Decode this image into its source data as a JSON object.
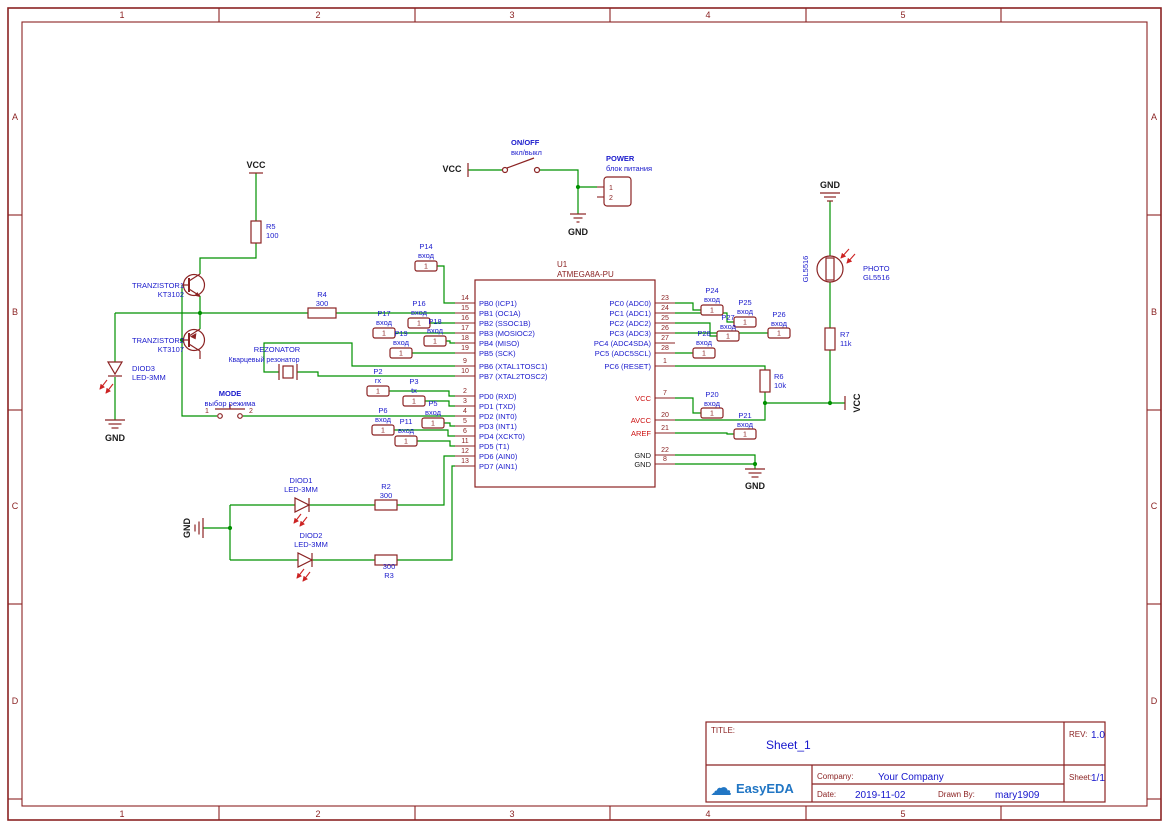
{
  "colors": {
    "wire_green": "#009100",
    "component_outline": "#8b2323",
    "label_blue": "#1a1acc",
    "power_pin_red": "#cc1111",
    "net_text_black": "#1a1a1a",
    "logo_blue": "#2176c4",
    "background": "#ffffff"
  },
  "frame": {
    "columns": [
      "1",
      "2",
      "3",
      "4",
      "5"
    ],
    "rows": [
      "A",
      "B",
      "C",
      "D"
    ]
  },
  "net_labels": {
    "vcc": "VCC",
    "gnd": "GND"
  },
  "top_circuit": {
    "switch_ref": "ON/OFF",
    "switch_desc": "вкл/выкл",
    "conn_ref": "POWER",
    "conn_desc": "блок питания",
    "conn_pin1": "1",
    "conn_pin2": "2"
  },
  "chip": {
    "ref": "U1",
    "value": "ATMEGA8A-PU",
    "left_pins": [
      {
        "num": "14",
        "name": "PB0 (ICP1)"
      },
      {
        "num": "15",
        "name": "PB1 (OC1A)"
      },
      {
        "num": "16",
        "name": "PB2 (SSOC1B)"
      },
      {
        "num": "17",
        "name": "PB3 (MOSIOC2)"
      },
      {
        "num": "18",
        "name": "PB4 (MISO)"
      },
      {
        "num": "19",
        "name": "PB5 (SCK)"
      },
      {
        "num": "9",
        "name": "PB6 (XTAL1TOSC1)"
      },
      {
        "num": "10",
        "name": "PB7 (XTAL2TOSC2)"
      },
      {
        "num": "2",
        "name": "PD0 (RXD)"
      },
      {
        "num": "3",
        "name": "PD1 (TXD)"
      },
      {
        "num": "4",
        "name": "PD2 (INT0)"
      },
      {
        "num": "5",
        "name": "PD3 (INT1)"
      },
      {
        "num": "6",
        "name": "PD4 (XCKT0)"
      },
      {
        "num": "11",
        "name": "PD5 (T1)"
      },
      {
        "num": "12",
        "name": "PD6 (AIN0)"
      },
      {
        "num": "13",
        "name": "PD7 (AIN1)"
      }
    ],
    "right_pins": [
      {
        "num": "23",
        "name": "PC0 (ADC0)"
      },
      {
        "num": "24",
        "name": "PC1 (ADC1)"
      },
      {
        "num": "25",
        "name": "PC2 (ADC2)"
      },
      {
        "num": "26",
        "name": "PC3 (ADC3)"
      },
      {
        "num": "27",
        "name": "PC4 (ADC4SDA)"
      },
      {
        "num": "28",
        "name": "PC5 (ADC5SCL)"
      },
      {
        "num": "1",
        "name": "PC6 (RESET)"
      },
      {
        "num": "7",
        "name": "VCC"
      },
      {
        "num": "20",
        "name": "AVCC"
      },
      {
        "num": "21",
        "name": "AREF"
      },
      {
        "num": "22",
        "name": "GND"
      },
      {
        "num": "8",
        "name": "GND"
      }
    ]
  },
  "transistors": {
    "t1": {
      "ref": "TRANZISTOR1",
      "value": "KT3102"
    },
    "t2": {
      "ref": "TRANZISTOR2",
      "value": "KT3107"
    }
  },
  "diodes": {
    "d1": {
      "ref": "DIOD1",
      "value": "LED-3MM"
    },
    "d2": {
      "ref": "DIOD2",
      "value": "LED-3MM"
    },
    "d3": {
      "ref": "DIOD3",
      "value": "LED-3MM"
    }
  },
  "resistors": {
    "r2": {
      "ref": "R2",
      "value": "300"
    },
    "r3": {
      "ref": "R3",
      "value": "300"
    },
    "r4": {
      "ref": "R4",
      "value": "300"
    },
    "r5": {
      "ref": "R5",
      "value": "100"
    },
    "r6": {
      "ref": "R6",
      "value": "10k"
    },
    "r7": {
      "ref": "R7",
      "value": "11k"
    }
  },
  "resonator": {
    "ref": "REZONATOR",
    "desc": "Кварцевый резонатор"
  },
  "mode_switch": {
    "ref": "MODE",
    "desc": "выбор режима",
    "pin1": "1",
    "pin2": "2"
  },
  "photoresistor": {
    "ref": "GL5516",
    "label1": "PHOTO",
    "label2": "GL5516"
  },
  "connectors": {
    "p2": {
      "ref": "P2",
      "desc": "rx",
      "pin": "1"
    },
    "p3": {
      "ref": "P3",
      "desc": "tx",
      "pin": "1"
    },
    "p5": {
      "ref": "P5",
      "desc": "вход",
      "pin": "1"
    },
    "p6": {
      "ref": "P6",
      "desc": "вход",
      "pin": "1"
    },
    "p11": {
      "ref": "P11",
      "desc": "вход",
      "pin": "1"
    },
    "p14": {
      "ref": "P14",
      "desc": "вход",
      "pin": "1"
    },
    "p16": {
      "ref": "P16",
      "desc": "вход",
      "pin": "1"
    },
    "p17": {
      "ref": "P17",
      "desc": "вход",
      "pin": "1"
    },
    "p18": {
      "ref": "P18",
      "desc": "вход",
      "pin": "1"
    },
    "p19": {
      "ref": "P19",
      "desc": "вход",
      "pin": "1"
    },
    "p20": {
      "ref": "P20",
      "desc": "вход",
      "pin": "1"
    },
    "p21": {
      "ref": "P21",
      "desc": "вход",
      "pin": "1"
    },
    "p24": {
      "ref": "P24",
      "desc": "вход",
      "pin": "1"
    },
    "p25": {
      "ref": "P25",
      "desc": "вход",
      "pin": "1"
    },
    "p26": {
      "ref": "P26",
      "desc": "вход",
      "pin": "1"
    },
    "p27": {
      "ref": "P27",
      "desc": "вход",
      "pin": "1"
    },
    "p28": {
      "ref": "P28",
      "desc": "вход",
      "pin": "1"
    }
  },
  "title_block": {
    "title_label": "TITLE:",
    "title": "Sheet_1",
    "rev_label": "REV:",
    "rev": "1.0",
    "company_label": "Company:",
    "company": "Your Company",
    "sheet_label": "Sheet:",
    "sheet": "1/1",
    "date_label": "Date:",
    "date": "2019-11-02",
    "drawn_label": "Drawn By:",
    "drawn_by": "mary1909",
    "logo_icon": "☁",
    "logo_text": "EasyEDA"
  }
}
